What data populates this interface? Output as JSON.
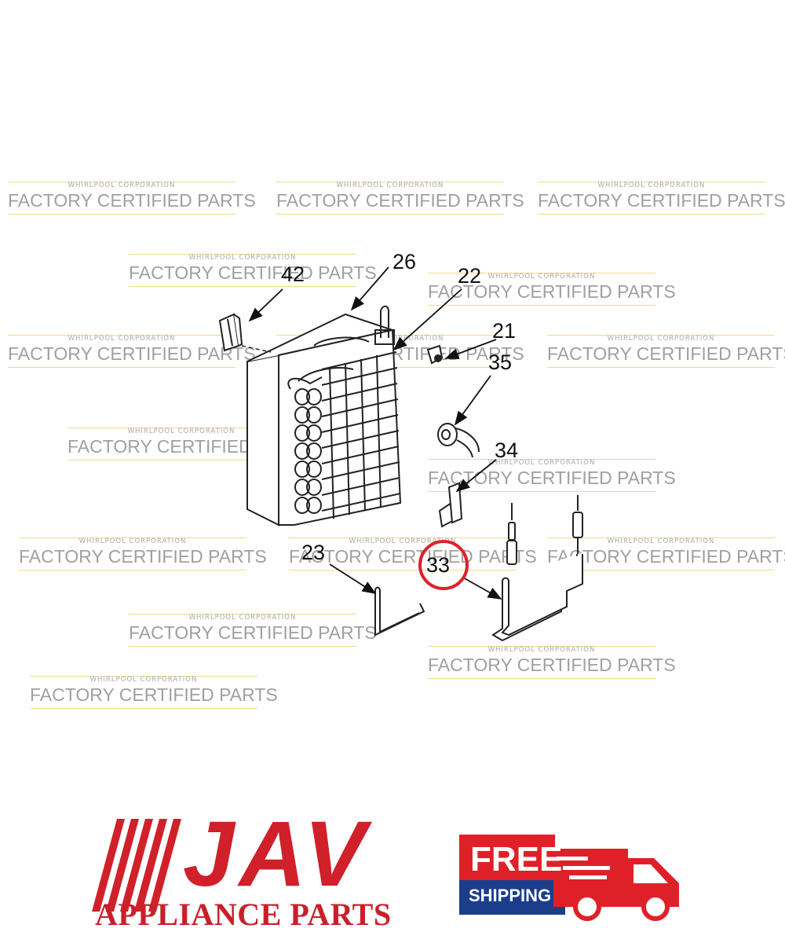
{
  "watermark": {
    "top_text": "WHIRLPOOL CORPORATION",
    "main_text": "FACTORY CERTIFIED PARTS"
  },
  "callouts": [
    {
      "id": "42",
      "label": "42"
    },
    {
      "id": "26",
      "label": "26"
    },
    {
      "id": "22",
      "label": "22"
    },
    {
      "id": "21",
      "label": "21"
    },
    {
      "id": "35",
      "label": "35"
    },
    {
      "id": "34",
      "label": "34"
    },
    {
      "id": "23",
      "label": "23"
    },
    {
      "id": "33",
      "label": "33",
      "highlighted": true
    }
  ],
  "highlight_color": "#e0202a",
  "brand": {
    "name": "JAV",
    "subtitle": "APPLIANCE PARTS",
    "red": "#d0202a",
    "blue": "#1c3e8a"
  },
  "shipping_badge": {
    "line1": "FREE",
    "line2": "SHIPPING",
    "red": "#e02028",
    "blue": "#1c3e8a",
    "icon": "delivery-truck-icon"
  }
}
